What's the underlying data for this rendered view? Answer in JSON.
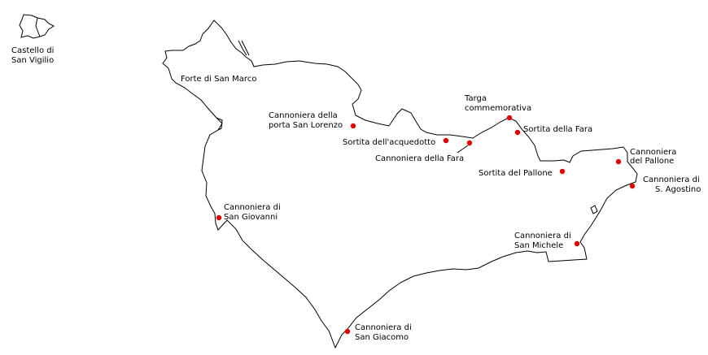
{
  "colors": {
    "outline": "#000000",
    "marker": "#e00000",
    "background": "#ffffff"
  },
  "labels": {
    "castello_line1": "Castello di",
    "castello_line2": "San Vigilio",
    "forte_san_marco": "Forte di San Marco",
    "porta_san_lorenzo_line1": "Cannoniera della",
    "porta_san_lorenzo_line2": "porta San Lorenzo",
    "sortita_acquedotto": "Sortita dell'acquedotto",
    "cannoniera_fara": "Cannoniera della Fara",
    "targa_line1": "Targa",
    "targa_line2": "commemorativa",
    "sortita_fara": "Sortita della Fara",
    "sortita_pallone": "Sortita del Pallone",
    "cann_pallone_line1": "Cannoniera",
    "cann_pallone_line2": "del Pallone",
    "cann_agostino_line1": "Cannoniera di",
    "cann_agostino_line2": "S. Agostino",
    "cann_giovanni_line1": "Cannoniera di",
    "cann_giovanni_line2": "San Giovanni",
    "cann_michele_line1": "Cannoniera di",
    "cann_michele_line2": "San Michele",
    "cann_giacomo_line1": "Cannoniera di",
    "cann_giacomo_line2": "San Giacomo"
  }
}
